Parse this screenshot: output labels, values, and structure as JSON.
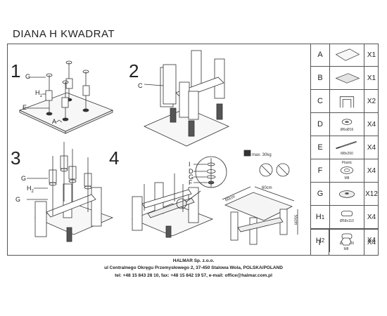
{
  "title": "DIANA H KWADRAT",
  "steps": [
    "1",
    "2",
    "3",
    "4"
  ],
  "step1": {
    "labels": [
      "G",
      "H",
      "1",
      "E",
      "A"
    ]
  },
  "step2": {
    "labels": [
      "C"
    ]
  },
  "step3": {
    "labels": [
      "G",
      "H",
      "2",
      "G"
    ]
  },
  "step4": {
    "labels": [
      "I",
      "D",
      "G",
      "F"
    ],
    "weight": "max. 30kg",
    "dims": {
      "width": "60cm",
      "depth": "60cm",
      "height": "55cm"
    }
  },
  "parts": [
    {
      "letter": "A",
      "sub": "",
      "qty": "X1",
      "spec": "",
      "icon": "glass-top-icon"
    },
    {
      "letter": "B",
      "sub": "",
      "qty": "X1",
      "spec": "",
      "icon": "shelf-panel-icon"
    },
    {
      "letter": "C",
      "sub": "",
      "qty": "X2",
      "spec": "",
      "icon": "frame-leg-icon"
    },
    {
      "letter": "D",
      "sub": "",
      "qty": "X4",
      "spec": "Ø6xØ16",
      "icon": "washer-icon"
    },
    {
      "letter": "E",
      "sub": "",
      "qty": "X4",
      "spec": "M8x260",
      "icon": "bolt-icon"
    },
    {
      "letter": "F",
      "sub": "",
      "qty": "X4",
      "spec": "M8",
      "top_spec": "Plastic",
      "icon": "plastic-nut-icon"
    },
    {
      "letter": "G",
      "sub": "",
      "qty": "X12",
      "spec": "",
      "icon": "spacer-disc-icon"
    },
    {
      "letter": "H",
      "sub": "1",
      "qty": "X4",
      "spec": "Ø58x110",
      "icon": "tube-long-icon"
    },
    {
      "letter": "H",
      "sub": "2",
      "qty": "X4",
      "spec": "Ø58x100",
      "icon": "tube-short-icon"
    },
    {
      "letter": "I",
      "sub": "",
      "qty": "X4",
      "spec": "M8",
      "icon": "nut-icon"
    }
  ],
  "footer": {
    "company": "HALMAR Sp. z.o.o.",
    "address": "ul Centralnego Okręgu Przemysłowego 2, 37-450 Stalowa Wola, POLSKA/POLAND",
    "contact": "tel: +48 15 843 28 10, fax: +48 15 842 19 57, e-mail: office@halmar.com.pl"
  }
}
